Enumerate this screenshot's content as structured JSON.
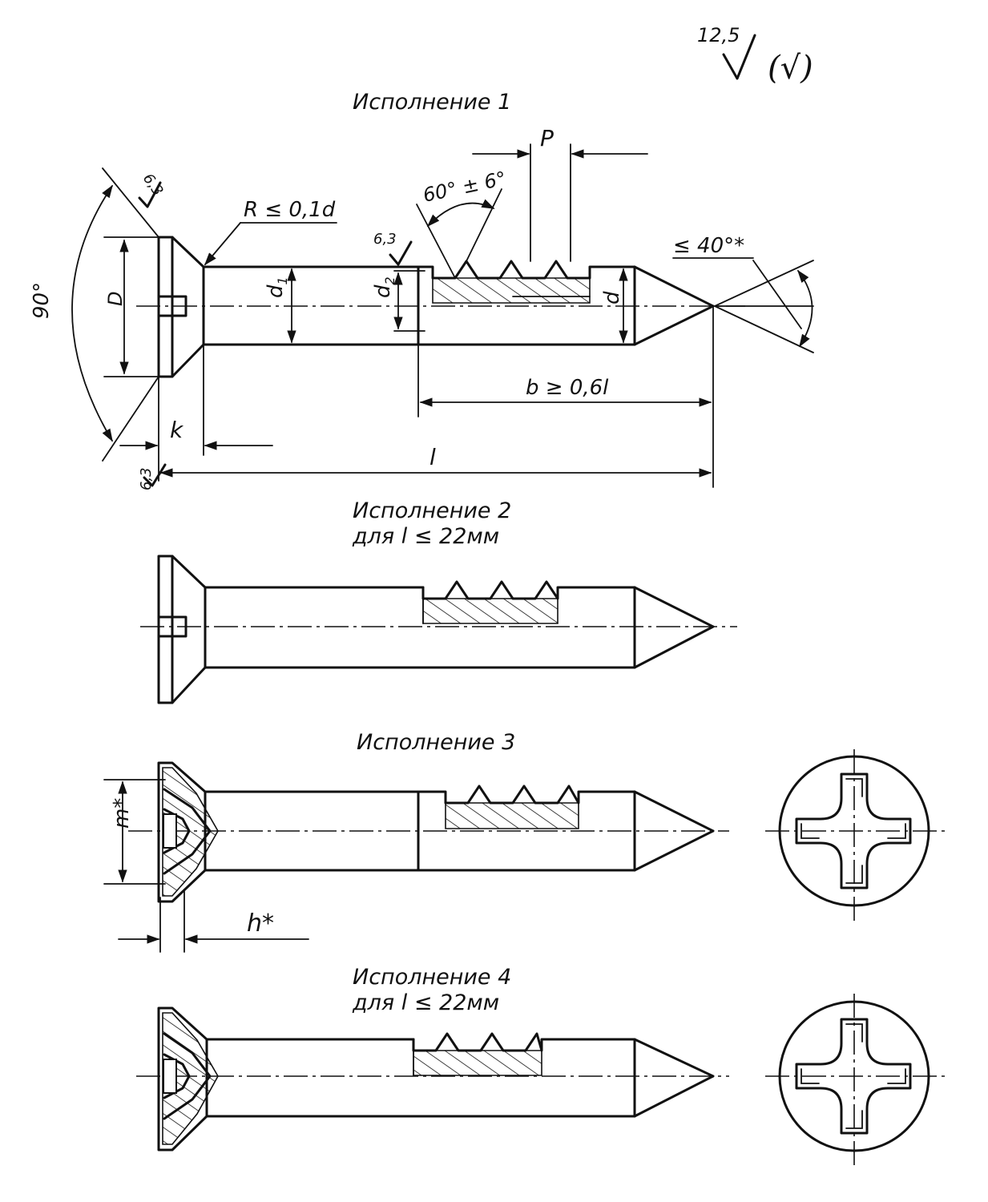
{
  "roughness": {
    "general": "12,5",
    "paren": "(√)",
    "local": "6,3"
  },
  "views": [
    {
      "title": "Исполнение 1"
    },
    {
      "title": "Исполнение 2",
      "subtitle": "для l ≤ 22мм"
    },
    {
      "title": "Исполнение 3"
    },
    {
      "title": "Исполнение 4",
      "subtitle": "для l ≤ 22мм"
    }
  ],
  "dims": {
    "angle_head": "90°",
    "D": "D",
    "k": "k",
    "radius": "R ≤ 0,1d",
    "d1": "d",
    "d1_sub": "1",
    "d2": "d",
    "d2_sub": "2",
    "d": "d",
    "thread_angle": "60° ± 6°",
    "pitch": "P",
    "tip_angle": "≤ 40°*",
    "b": "b ≥ 0,6l",
    "l": "l",
    "m": "m*",
    "h": "h*"
  }
}
